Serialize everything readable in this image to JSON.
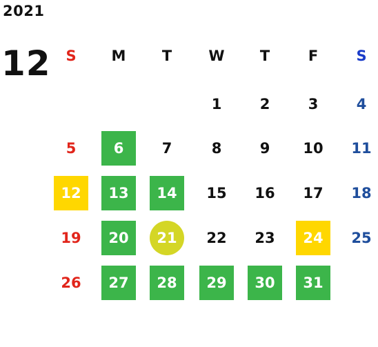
{
  "header": {
    "year": "2021",
    "month": "12"
  },
  "weekdays": [
    {
      "label": "S",
      "color": "#e1251b"
    },
    {
      "label": "M",
      "color": "#111111"
    },
    {
      "label": "T",
      "color": "#111111"
    },
    {
      "label": "W",
      "color": "#111111"
    },
    {
      "label": "T",
      "color": "#111111"
    },
    {
      "label": "F",
      "color": "#111111"
    },
    {
      "label": "S",
      "color": "#1a3cc9"
    }
  ],
  "colors": {
    "sunday": "#e1251b",
    "saturday": "#1f4e9c",
    "weekday": "#111111",
    "highlight_green": "#3cb54a",
    "highlight_yellow": "#ffd700",
    "today_circle": "#d4d626"
  },
  "weeks": [
    [
      null,
      null,
      null,
      {
        "day": "1"
      },
      {
        "day": "2"
      },
      {
        "day": "3"
      },
      {
        "day": "4"
      }
    ],
    [
      {
        "day": "5"
      },
      {
        "day": "6",
        "style": "green"
      },
      {
        "day": "7"
      },
      {
        "day": "8"
      },
      {
        "day": "9"
      },
      {
        "day": "10"
      },
      {
        "day": "11"
      }
    ],
    [
      {
        "day": "12",
        "style": "yellow"
      },
      {
        "day": "13",
        "style": "green"
      },
      {
        "day": "14",
        "style": "green"
      },
      {
        "day": "15"
      },
      {
        "day": "16"
      },
      {
        "day": "17"
      },
      {
        "day": "18"
      }
    ],
    [
      {
        "day": "19"
      },
      {
        "day": "20",
        "style": "green"
      },
      {
        "day": "21",
        "style": "today"
      },
      {
        "day": "22"
      },
      {
        "day": "23"
      },
      {
        "day": "24",
        "style": "yellow"
      },
      {
        "day": "25"
      }
    ],
    [
      {
        "day": "26"
      },
      {
        "day": "27",
        "style": "green"
      },
      {
        "day": "28",
        "style": "green"
      },
      {
        "day": "29",
        "style": "green"
      },
      {
        "day": "30",
        "style": "green"
      },
      {
        "day": "31",
        "style": "green"
      },
      null
    ]
  ]
}
